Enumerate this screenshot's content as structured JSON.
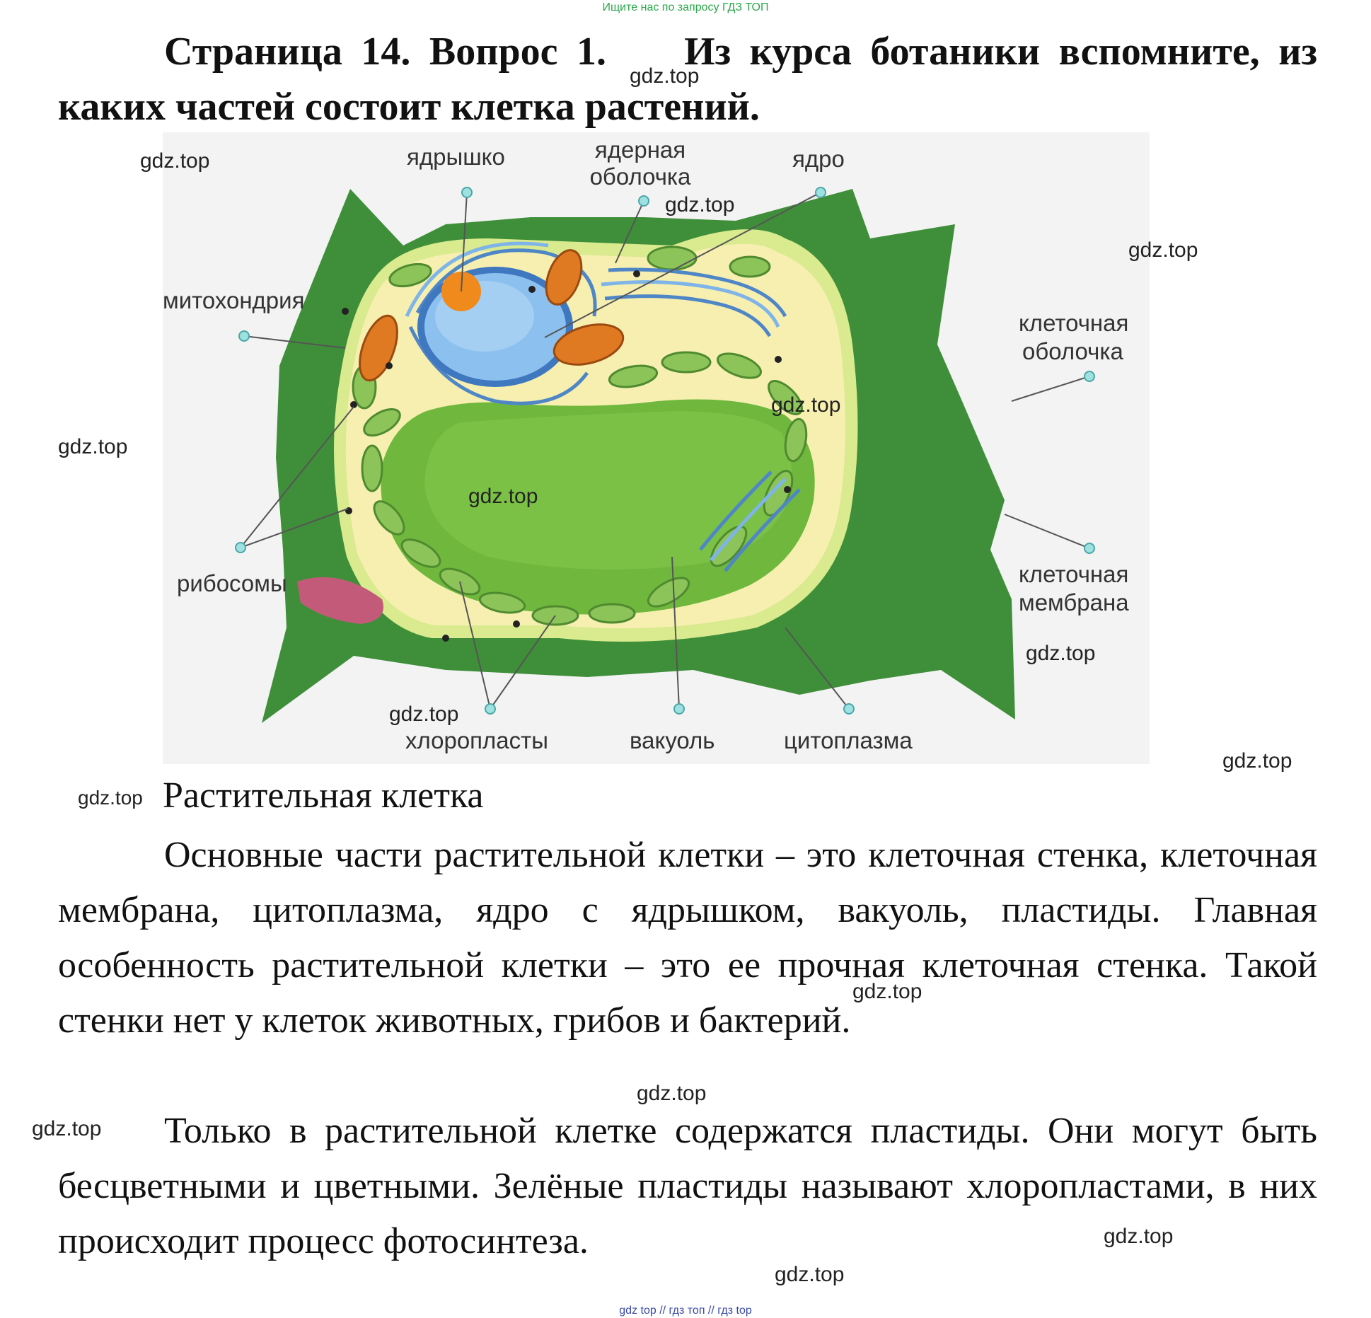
{
  "banner": "Ищите нас по запросу ГДЗ ТОП",
  "heading": {
    "question": "Страница 14. Вопрос 1.",
    "text": "Из курса ботаники вспомните, из каких частей состоит клетка растений."
  },
  "figure": {
    "labels": {
      "nucleolus": "ядрышко",
      "nuclear_envelope_1": "ядерная",
      "nuclear_envelope_2": "оболочка",
      "nucleus": "ядро",
      "mitochondria": "митохондрия",
      "cell_wall_1": "клеточная",
      "cell_wall_2": "оболочка",
      "ribosomes": "рибосомы",
      "cell_membrane_1": "клеточная",
      "cell_membrane_2": "мембрана",
      "chloroplasts": "хлоропласты",
      "vacuole": "вакуоль",
      "cytoplasm": "цитоплазма"
    },
    "colors": {
      "cell_wall": "#3f8f3a",
      "cytoplasm": "#f6efb0",
      "vacuole": "#6fb83d",
      "nucleus": "#5e9ad6",
      "nucleolus": "#f08a1c",
      "chloroplast": "#8cc45a",
      "mitochondria": "#e07a22",
      "pointer": "#9fe0e0"
    }
  },
  "caption": "Растительная клетка",
  "paragraphs": [
    "Основные части растительной клетки – это клеточная стенка, клеточная мембрана, цитоплазма, ядро с ядрышком, вакуоль, пластиды. Главная особенность растительной клетки – это ее прочная клеточная стенка. Такой стенки нет у клеток животных, грибов и бактерий.",
    "Только в растительной клетке содержатся пластиды. Они могут быть бесцветными и цветными. Зелёные пластиды называют хлоропластами, в них происходит процесс фотосинтеза."
  ],
  "watermark": "gdz.top",
  "footer": "gdz top // гдз топ // гдз top"
}
